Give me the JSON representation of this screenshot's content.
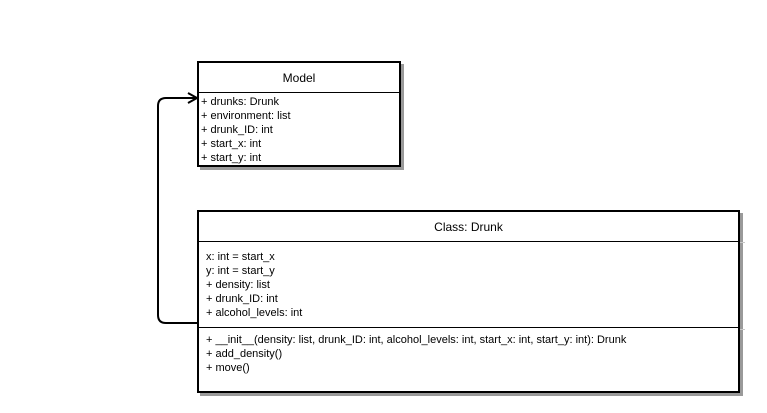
{
  "model": {
    "title": "Model",
    "attributes": [
      "+ drunks: Drunk",
      "+ environment: list",
      "+ drunk_ID: int",
      "+ start_x: int",
      "+ start_y: int"
    ]
  },
  "drunk": {
    "title": "Class: Drunk",
    "attributes": [
      "x: int = start_x",
      "y: int = start_y",
      "+ density: list",
      "+ drunk_ID: int",
      "+ alcohol_levels: int"
    ],
    "methods": [
      "+ __init__(density: list, drunk_ID: int, alcohol_levels: int, start_x: int, start_y: int): Drunk",
      "+ add_density()",
      "+ move()"
    ]
  },
  "colors": {
    "stroke": "#000000",
    "shadow": "#9a9a9a",
    "background": "#ffffff"
  }
}
